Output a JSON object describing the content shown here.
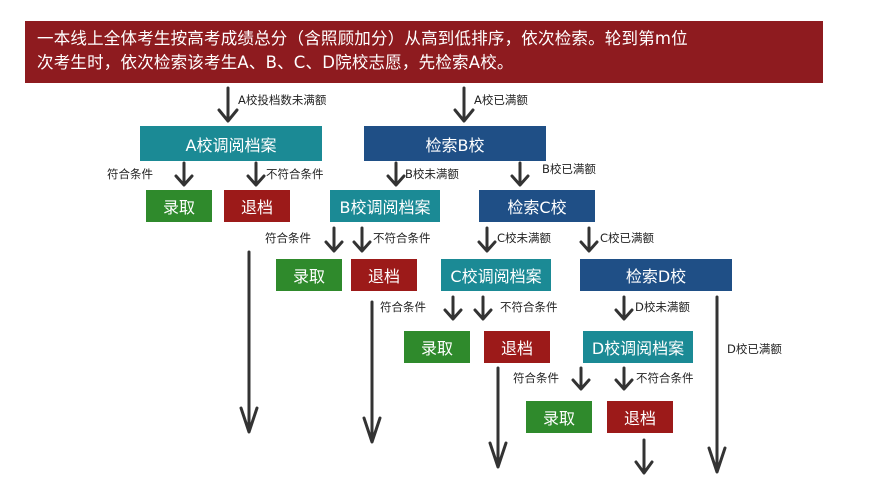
{
  "banner": {
    "line1": "一本线上全体考生按高考成绩总分（含照顾加分）从高到低排序，依次检索。轮到第m位",
    "line2": "次考生时，依次检索该考生A、B、C、D院校志愿，先检索A校。"
  },
  "labels": {
    "a_not_full": "A校投档数未满额",
    "a_full": "A校已满额",
    "qualify": "符合条件",
    "not_qualify": "不符合条件",
    "b_not_full": "B校未满额",
    "b_full": "B校已满额",
    "c_not_full": "C校未满额",
    "c_full": "C校已满额",
    "d_not_full": "D校未满额",
    "d_full": "D校已满额"
  },
  "boxes": {
    "a_review": "A校调阅档案",
    "search_b": "检索B校",
    "b_review": "B校调阅档案",
    "search_c": "检索C校",
    "c_review": "C校调阅档案",
    "search_d": "检索D校",
    "d_review": "D校调阅档案",
    "admit": "录取",
    "reject": "退档"
  },
  "colors": {
    "banner": "#8e1b1f",
    "review": "#1b8a95",
    "search": "#1f4f86",
    "admit": "#2f8a2c",
    "reject": "#9c1a19",
    "arrow": "#333333"
  }
}
